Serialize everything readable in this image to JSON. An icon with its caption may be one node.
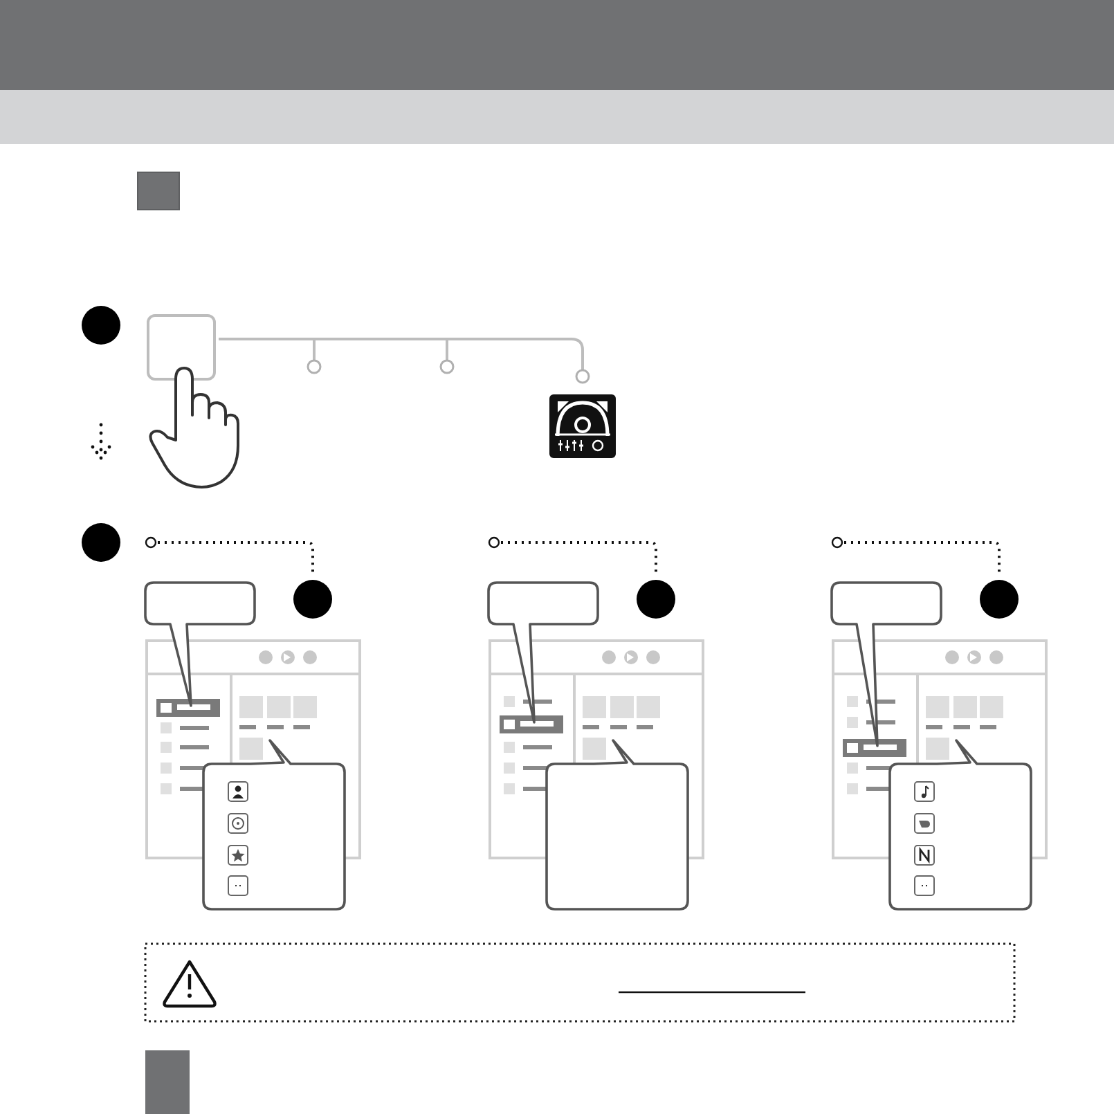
{
  "diagram": {
    "nodes": [
      {
        "text": [],
        "shape": "circle"
      },
      {
        "text": [],
        "shape": "box"
      },
      {
        "text": [],
        "shape": "picture"
      },
      {
        "text": [],
        "shape": "circle"
      },
      {
        "text": [],
        "shape": "circle"
      },
      {
        "text": [],
        "shape": "circle"
      },
      {
        "text": [],
        "shape": "circle"
      },
      {
        "text": [],
        "shape": "callout"
      },
      {
        "text": [],
        "shape": "callout"
      },
      {
        "text": [],
        "shape": "callout"
      },
      {
        "text": [],
        "shape": "callout"
      },
      {
        "text": [],
        "shape": "callout"
      },
      {
        "text": [],
        "shape": "callout"
      }
    ],
    "edges": [
      {
        "from": 1,
        "to": 2,
        "arrow": "other"
      }
    ]
  }
}
